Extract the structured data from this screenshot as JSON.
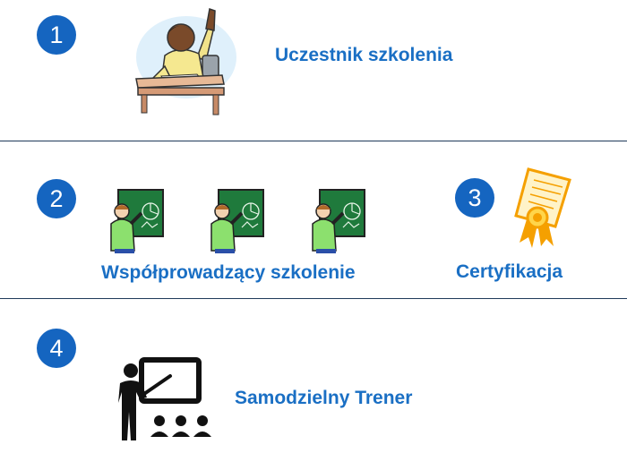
{
  "steps": [
    {
      "number": "1",
      "label": "Uczestnik szkolenia",
      "icon": "student-raising-hand-icon"
    },
    {
      "number": "2",
      "label": "Współprowadzący szkolenie",
      "icon": "teacher-at-chalkboard-icon"
    },
    {
      "number": "3",
      "label": "Certyfikacja",
      "icon": "certificate-icon"
    },
    {
      "number": "4",
      "label": "Samodzielny Trener",
      "icon": "trainer-presenting-icon"
    }
  ],
  "colors": {
    "badge": "#1565c0",
    "label": "#1a6fc4",
    "divider": "#1f3a5a"
  }
}
